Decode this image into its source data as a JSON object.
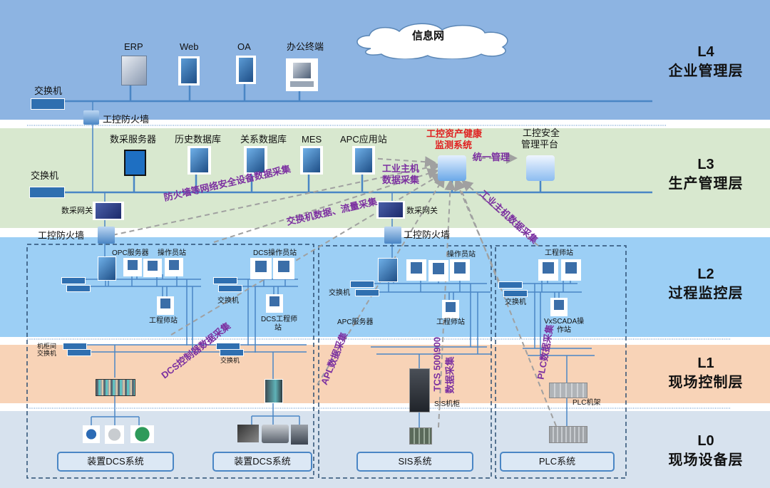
{
  "layers": [
    {
      "code": "L4",
      "name": "企业管理层",
      "color": "#8db4e2"
    },
    {
      "code": "L3",
      "name": "生产管理层",
      "color": "#d8e8cf"
    },
    {
      "code": "L2",
      "name": "过程监控层",
      "color": "#9ccff5"
    },
    {
      "code": "L1",
      "name": "现场控制层",
      "color": "#f8d3b7"
    },
    {
      "code": "L0",
      "name": "现场设备层",
      "color": "#d7e2ee"
    }
  ],
  "l4": {
    "cloud": "信息网",
    "switch": "交换机",
    "firewall": "工控防火墙",
    "nodes": [
      "ERP",
      "Web",
      "OA",
      "办公终端"
    ]
  },
  "l3": {
    "switch": "交换机",
    "nodes": [
      "数采服务器",
      "历史数据库",
      "关系数据库",
      "MES",
      "APC应用站"
    ],
    "health_system": "工控资产健康\n监测系统",
    "health_line1": "工控资产健康",
    "health_line2": "监测系统",
    "security_platform_line1": "工控安全",
    "security_platform_line2": "管理平台",
    "gateway_left": "数采网关",
    "gateway_right": "数采网关",
    "firewall_left": "工控防火墙",
    "firewall_right": "工控防火墙",
    "unified_mgmt": "统一管理"
  },
  "annotations": {
    "host_collect_line1": "工业主机",
    "host_collect_line2": "数据采集",
    "firewall_collect": "防火墙等网络安全设备数据采集",
    "switch_collect": "交换机数据、流量采集",
    "host_collect_right": "工业主机数据采集",
    "dcs_collect": "DCS控制器数据采集",
    "apl_collect": "APL数据采集",
    "tcs_line1": "TCS 500\\900",
    "tcs_line2": "数据采集",
    "plc_collect": "PLC数据采集"
  },
  "l2": {
    "opc_server": "OPC服务器",
    "operator_station": "操作员站",
    "engineer_station": "工程师站",
    "dcs_operator": "DCS操作员站",
    "dcs_engineer_line1": "DCS工程师",
    "dcs_engineer_line2": "站",
    "switch": "交换机",
    "apc_server": "APC服务器",
    "sis_operator": "操作员站",
    "sis_engineer": "工程师站",
    "plc_engineer": "工程师站",
    "vxscada_line1": "VxSCADA操",
    "vxscada_line2": "作站"
  },
  "l1": {
    "cabinet_switch_line1": "机柜间",
    "cabinet_switch_line2": "交换机",
    "switch": "交换机",
    "sis_cabinet": "SIS机柜",
    "plc_rack": "PLC机架"
  },
  "l0": {
    "systems": [
      "装置DCS系统",
      "装置DCS系统",
      "SIS系统",
      "PLC系统"
    ]
  },
  "colors": {
    "link_line": "#4a86c5",
    "annotation": "#7b2fa0",
    "health_title": "#e02020",
    "dashed_arrow": "#9a9a9a",
    "boundary": "#2c4f73"
  }
}
